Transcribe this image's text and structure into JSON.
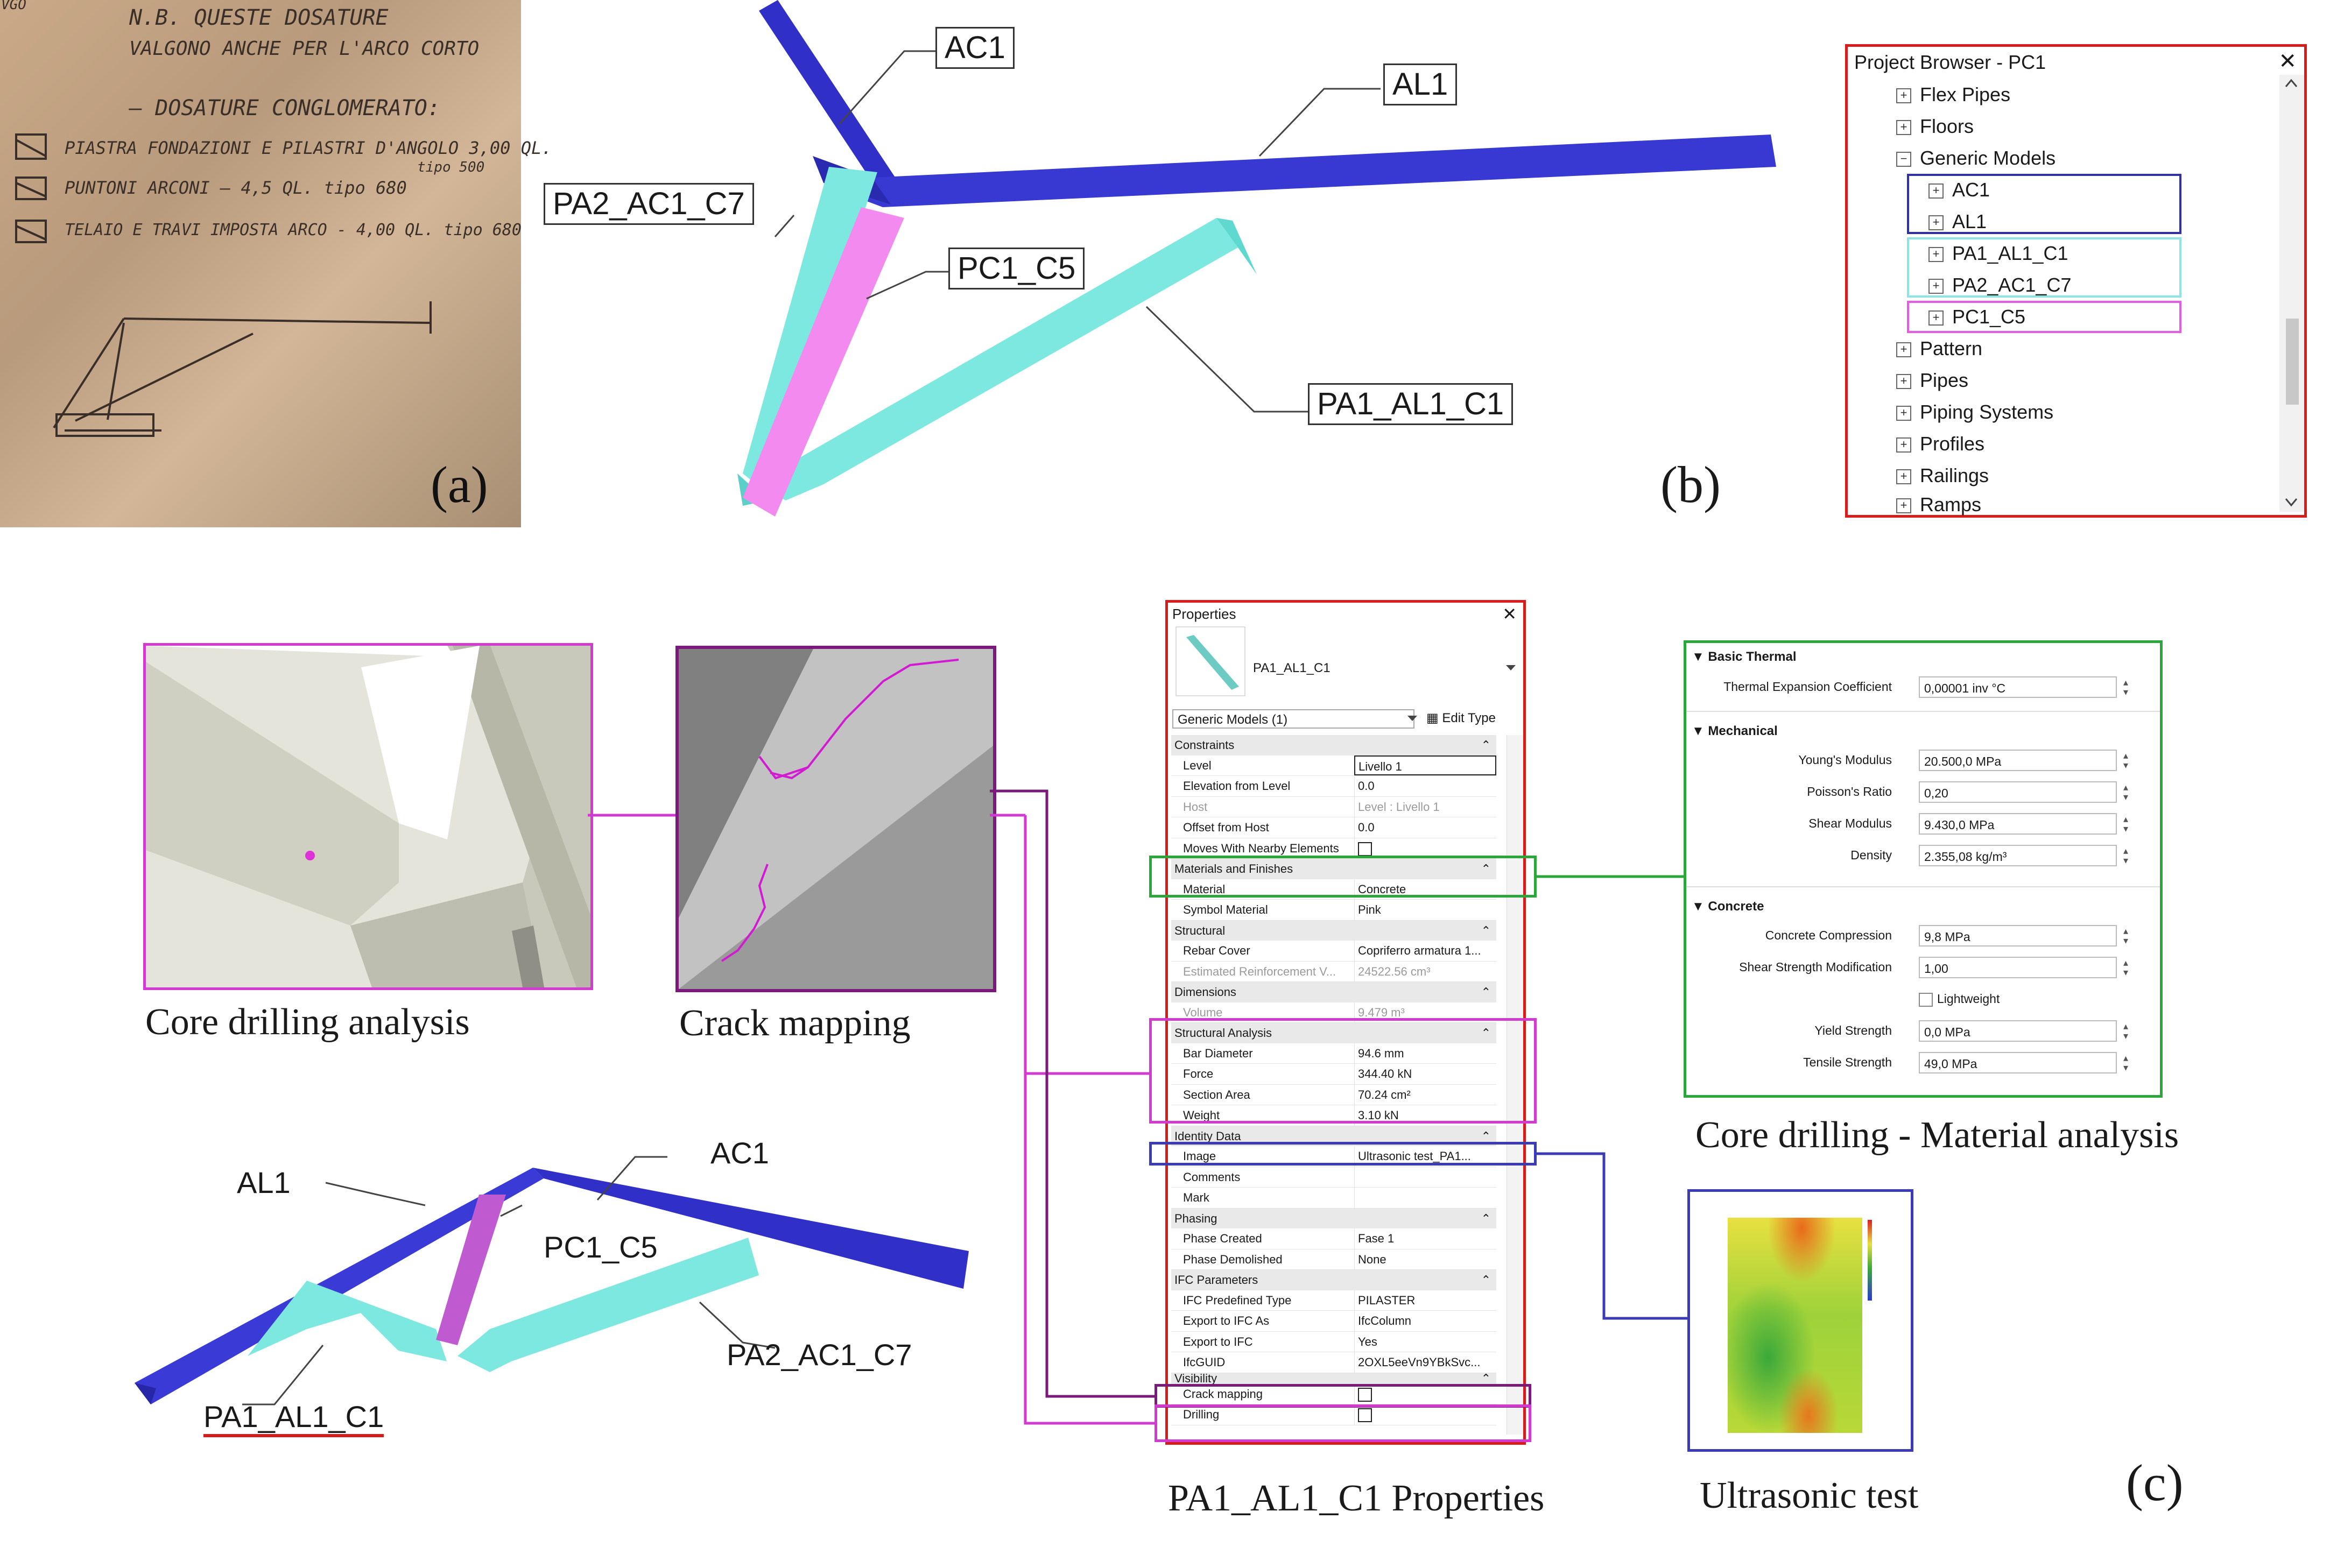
{
  "panels": {
    "a": "(a)",
    "b": "(b)",
    "c": "(c)"
  },
  "photo": {
    "top_left": "VGO",
    "lines": [
      "N.B. QUESTE DOSATURE",
      "VALGONO ANCHE PER L'ARCO CORTO",
      "— DOSATURE CONGLOMERATO:",
      "PIASTRA FONDAZIONI E PILASTRI D'ANGOLO 3,00 QL.",
      "tipo 500",
      "PUNTONI ARCONI — 4,5 QL. tipo 680",
      "TELAIO E TRAVI IMPOSTA ARCO - 4,00 QL. tipo 680"
    ]
  },
  "model_b": {
    "labels": [
      "AC1",
      "AL1",
      "PA2_AC1_C7",
      "PC1_C5",
      "PA1_AL1_C1"
    ],
    "colors": {
      "arch": "#3a3ad6",
      "strut": "#7ce8e0",
      "pillar": "#f07ae8"
    }
  },
  "browser": {
    "title": "Project Browser - PC1",
    "close": "✕",
    "items": [
      {
        "label": "Flex Pipes",
        "level": 0,
        "sign": "+"
      },
      {
        "label": "Floors",
        "level": 0,
        "sign": "+"
      },
      {
        "label": "Generic Models",
        "level": 0,
        "sign": "−"
      },
      {
        "label": "AC1",
        "level": 1,
        "sign": "+"
      },
      {
        "label": "AL1",
        "level": 1,
        "sign": "+"
      },
      {
        "label": "PA1_AL1_C1",
        "level": 1,
        "sign": "+"
      },
      {
        "label": "PA2_AC1_C7",
        "level": 1,
        "sign": "+"
      },
      {
        "label": "PC1_C5",
        "level": 1,
        "sign": "+"
      },
      {
        "label": "Pattern",
        "level": 0,
        "sign": "+"
      },
      {
        "label": "Pipes",
        "level": 0,
        "sign": "+"
      },
      {
        "label": "Piping Systems",
        "level": 0,
        "sign": "+"
      },
      {
        "label": "Profiles",
        "level": 0,
        "sign": "+"
      },
      {
        "label": "Railings",
        "level": 0,
        "sign": "+"
      },
      {
        "label": "Ramps",
        "level": 0,
        "sign": "+"
      }
    ],
    "highlight_colors": {
      "arch": "#2e2eb0",
      "struts": "#8de4e4",
      "pillar": "#e65ae6"
    }
  },
  "captions": {
    "core": "Core drilling analysis",
    "crack": "Crack mapping",
    "material": "Core drilling - Material analysis",
    "props": "PA1_AL1_C1 Properties",
    "ultra": "Ultrasonic test"
  },
  "model_c": {
    "labels": [
      "AL1",
      "AC1",
      "PC1_C5",
      "PA2_AC1_C7",
      "PA1_AL1_C1"
    ]
  },
  "properties": {
    "title": "Properties",
    "close": "✕",
    "name": "PA1_AL1_C1",
    "type_selector": "Generic Models (1)",
    "edit_type": "Edit Type",
    "groups": [
      {
        "header": "Constraints",
        "rows": [
          {
            "k": "Level",
            "v": "Livello 1"
          },
          {
            "k": "Elevation from Level",
            "v": "0.0"
          },
          {
            "k": "Host",
            "v": "Level : Livello 1",
            "grey": true
          },
          {
            "k": "Offset from Host",
            "v": "0.0"
          },
          {
            "k": "Moves With Nearby Elements",
            "v": ""
          }
        ]
      },
      {
        "header": "Materials and Finishes",
        "rows": [
          {
            "k": "Material",
            "v": "Concrete"
          },
          {
            "k": "Symbol Material",
            "v": "Pink"
          }
        ]
      },
      {
        "header": "Structural",
        "rows": [
          {
            "k": "Rebar Cover",
            "v": "Copriferro armatura 1..."
          },
          {
            "k": "Estimated Reinforcement V...",
            "v": "24522.56 cm³",
            "grey": true
          }
        ]
      },
      {
        "header": "Dimensions",
        "rows": [
          {
            "k": "Volume",
            "v": "9.479 m³",
            "grey": true
          }
        ]
      },
      {
        "header": "Structural Analysis",
        "rows": [
          {
            "k": "Bar Diameter",
            "v": "94.6 mm"
          },
          {
            "k": "Force",
            "v": "344.40 kN"
          },
          {
            "k": "Section Area",
            "v": "70.24 cm²"
          },
          {
            "k": "Weight",
            "v": "3.10 kN"
          }
        ]
      },
      {
        "header": "Identity Data",
        "rows": [
          {
            "k": "Image",
            "v": "Ultrasonic test_PA1..."
          },
          {
            "k": "Comments",
            "v": ""
          },
          {
            "k": "Mark",
            "v": ""
          }
        ]
      },
      {
        "header": "Phasing",
        "rows": [
          {
            "k": "Phase Created",
            "v": "Fase 1"
          },
          {
            "k": "Phase Demolished",
            "v": "None"
          }
        ]
      },
      {
        "header": "IFC Parameters",
        "rows": [
          {
            "k": "IFC Predefined Type",
            "v": "PILASTER"
          },
          {
            "k": "Export to IFC As",
            "v": "IfcColumn"
          },
          {
            "k": "Export to IFC",
            "v": "Yes"
          },
          {
            "k": "IfcGUID",
            "v": "2OXL5eeVn9YBkSvc..."
          }
        ]
      },
      {
        "header": "Visibility",
        "rows": [
          {
            "k": "Crack mapping",
            "v": ""
          },
          {
            "k": "Drilling",
            "v": ""
          }
        ]
      }
    ]
  },
  "material": {
    "sections": [
      {
        "header": "Basic Thermal",
        "rows": [
          {
            "k": "Thermal Expansion Coefficient",
            "v": "0,00001 inv °C"
          }
        ]
      },
      {
        "header": "Mechanical",
        "rows": [
          {
            "k": "Young's Modulus",
            "v": "20.500,0 MPa"
          },
          {
            "k": "Poisson's Ratio",
            "v": "0,20"
          },
          {
            "k": "Shear Modulus",
            "v": "9.430,0 MPa"
          },
          {
            "k": "Density",
            "v": "2.355,08 kg/m³"
          }
        ]
      },
      {
        "header": "Concrete",
        "rows": [
          {
            "k": "Concrete Compression",
            "v": "9,8 MPa"
          },
          {
            "k": "Shear Strength Modification",
            "v": "1,00"
          },
          {
            "k": "Lightweight",
            "v": ""
          },
          {
            "k": "Yield Strength",
            "v": "0,0 MPa"
          },
          {
            "k": "Tensile Strength",
            "v": "49,0 MPa"
          }
        ]
      }
    ]
  }
}
